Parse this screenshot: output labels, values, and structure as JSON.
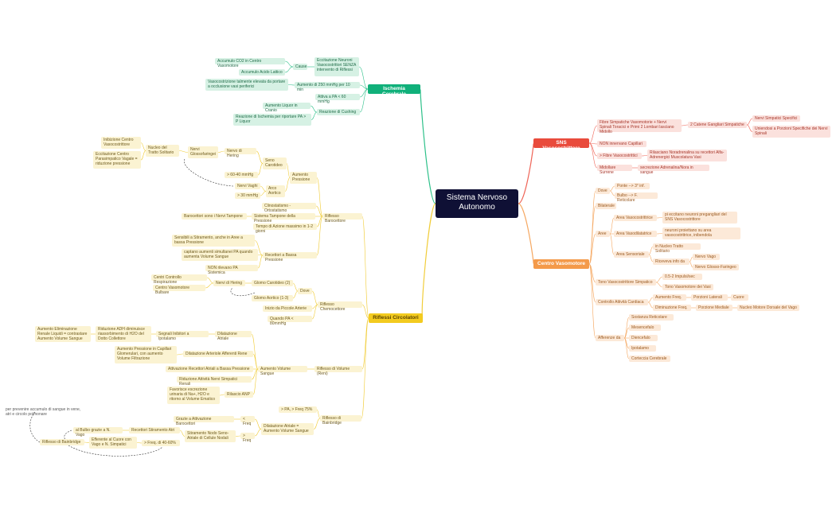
{
  "center": "Sistema Nervoso Autonomo",
  "colors": {
    "green": "#10b07a",
    "red": "#e94b3c",
    "orange": "#f49a4a",
    "yellow": "#f3cb1f",
    "center": "#0f1035"
  },
  "nodes": [
    {
      "id": "ic",
      "t": "Ischemia Cerebrale"
    },
    {
      "id": "ic1",
      "t": "Eccitazione Neuroni Vasocostrittori SENZA intervento di Riflessi"
    },
    {
      "id": "ic2",
      "t": "Cause"
    },
    {
      "id": "ic3",
      "t": "Accumulo CO2 in Centro Vasomotore"
    },
    {
      "id": "ic4",
      "t": "Accumulo Acido Lattico"
    },
    {
      "id": "ic5",
      "t": "Aumento di 250 mmHg per 10 min"
    },
    {
      "id": "ic6",
      "t": "Vasocostrizione talmente elevata da portare a occlusione vasi periferici"
    },
    {
      "id": "ic7",
      "t": "Attiva a PA < 60 mmHg"
    },
    {
      "id": "ic8",
      "t": "Reazione di Cushing"
    },
    {
      "id": "ic9",
      "t": "Aumento Liquor in Cranio"
    },
    {
      "id": "ic10",
      "t": "Reazione di Ischemia per riportare PA > P Liquor"
    },
    {
      "id": "sv",
      "t": "SNS Vasocostrittore"
    },
    {
      "id": "sv1",
      "t": "Fibre Simpatiche Vasomotorie + Nervi Spinali Toracici e Primi 2 Lombari lasciano Midollo"
    },
    {
      "id": "sv2",
      "t": "2 Catene Gangliari Simpatiche"
    },
    {
      "id": "sv3",
      "t": "Nervi Simpatici Specifici"
    },
    {
      "id": "sv4",
      "t": "Uniendosi a Porzioni Specifiche dei Nervi Spinali"
    },
    {
      "id": "sv5",
      "t": "NON innervano Capillari"
    },
    {
      "id": "sv6",
      "t": "> Fibre Vasocostrittici"
    },
    {
      "id": "sv7",
      "t": "Rilasciano Noradrenalina su recettori Alfa-Adrenergici Muscolatura Vasi"
    },
    {
      "id": "sv8",
      "t": "Midollare Surrene"
    },
    {
      "id": "sv9",
      "t": "secrezione Adrenalina/Nora in sangue"
    },
    {
      "id": "cv",
      "t": "Centro Vasomotore"
    },
    {
      "id": "cv1",
      "t": "Dove"
    },
    {
      "id": "cv2",
      "t": "Ponte --> 3° inf."
    },
    {
      "id": "cv3",
      "t": "Bulbo --> F. Reticolare"
    },
    {
      "id": "cv4",
      "t": "Bilaterale"
    },
    {
      "id": "cv5",
      "t": "Aree"
    },
    {
      "id": "cv6",
      "t": "Area Vasocostrittrice"
    },
    {
      "id": "cv7",
      "t": "pi eccitano neuroni pregangliari del SNS Vasocostrittore"
    },
    {
      "id": "cv8",
      "t": "Area Vasodilatatrice"
    },
    {
      "id": "cv9",
      "t": "neuroni proiettano su area vasocostrittrice, inibendola"
    },
    {
      "id": "cv10",
      "t": "Area Sensoriale"
    },
    {
      "id": "cv11",
      "t": "in Nucleo Tratto Solitario"
    },
    {
      "id": "cv12",
      "t": "Riceveva info da"
    },
    {
      "id": "cv13",
      "t": "Nervo Vago"
    },
    {
      "id": "cv14",
      "t": "Nervo Glosso-Faringeo"
    },
    {
      "id": "cv15",
      "t": "Tono Vasocostrittore Simpatico"
    },
    {
      "id": "cv16",
      "t": "0.5-2 Impulsi/sec"
    },
    {
      "id": "cv17",
      "t": "Tono Vasomotore dei Vasi"
    },
    {
      "id": "cv18",
      "t": "Controllo Attività Cardiaca"
    },
    {
      "id": "cv19",
      "t": "Aumento Freq."
    },
    {
      "id": "cv20",
      "t": "Porzioni Laterali"
    },
    {
      "id": "cv21",
      "t": "Cuore"
    },
    {
      "id": "cv22",
      "t": "Diminuzione Freq."
    },
    {
      "id": "cv23",
      "t": "Porzione Mediale"
    },
    {
      "id": "cv24",
      "t": "Nucleo Motore Dorsale del Vago"
    },
    {
      "id": "cv25",
      "t": "Afferenze da"
    },
    {
      "id": "cv26",
      "t": "Sostanza Reticolare"
    },
    {
      "id": "cv27",
      "t": "Mesencefalo"
    },
    {
      "id": "cv28",
      "t": "Diencefalo"
    },
    {
      "id": "cv29",
      "t": "Ipotalamo"
    },
    {
      "id": "cv30",
      "t": "Corteccia Cerebrale"
    },
    {
      "id": "rc",
      "t": "Riflessi Circolatori"
    },
    {
      "id": "rb",
      "t": "Riflesso Barocettore"
    },
    {
      "id": "rb1",
      "t": "Aumento Pressione"
    },
    {
      "id": "rb2",
      "t": "Seno Carotideo"
    },
    {
      "id": "rb3",
      "t": "Nervo di Hering"
    },
    {
      "id": "rb4",
      "t": "Nervi Glossofaringei"
    },
    {
      "id": "rb5",
      "t": "Nucleo del Tratto Solitario"
    },
    {
      "id": "rb6",
      "t": "Inibizione Centro Vasocostrittore"
    },
    {
      "id": "rb7",
      "t": "Eccitazione Centro Parasimpatico Vagale = riduzione pressione"
    },
    {
      "id": "rb8",
      "t": "> 60-40 mmHg"
    },
    {
      "id": "rb9",
      "t": "Arco Aortico"
    },
    {
      "id": "rb10",
      "t": "Nervi Vaghi"
    },
    {
      "id": "rb11",
      "t": "> 30 mmHg"
    },
    {
      "id": "rb12",
      "t": "Clinostatismo - Ortostatismo"
    },
    {
      "id": "rb13",
      "t": "Sistema Tampone della Pressione"
    },
    {
      "id": "rb14",
      "t": "Barocettori sono i Nervi Tampone"
    },
    {
      "id": "rb15",
      "t": "Tempo di Azione massimo in 1-2 giorni"
    },
    {
      "id": "rb16",
      "t": "Recettori a Bassa Pressione"
    },
    {
      "id": "rb17",
      "t": "Sensibili a Stiramento, anche in Aree a bassa Pressione"
    },
    {
      "id": "rb18",
      "t": "captano aumenti simultanei PA quando aumenta Volume Sangue"
    },
    {
      "id": "rb19",
      "t": "NON rilevano PA Sistemica"
    },
    {
      "id": "ch",
      "t": "Riflesso Chemocettore"
    },
    {
      "id": "ch1",
      "t": "Dove"
    },
    {
      "id": "ch2",
      "t": "Glomo Carotideo (2)"
    },
    {
      "id": "ch3",
      "t": "Nervi di Hering"
    },
    {
      "id": "ch4",
      "t": "Centri Controllo Respirazione"
    },
    {
      "id": "ch5",
      "t": "Centro Vasomotore Bulbare"
    },
    {
      "id": "ch6",
      "t": "Glomo Aortico (1-3)"
    },
    {
      "id": "ch7",
      "t": "Inizio da Piccole Arterie"
    },
    {
      "id": "ch8",
      "t": "Quando PA < 80mmHg"
    },
    {
      "id": "vo",
      "t": "Riflesso di Volume (Reni)"
    },
    {
      "id": "vo1",
      "t": "Aumento Volume Sangue"
    },
    {
      "id": "vo2",
      "t": "Dilatazione Atriale"
    },
    {
      "id": "vo3",
      "t": "Segnali Inibitori a Ipotalamo"
    },
    {
      "id": "vo4",
      "t": "Riduzione ADH diminuisce riassorbimento di H2O del Dotto Collettore"
    },
    {
      "id": "vo5",
      "t": "Aumento Eliminazione Renale Liquidi = contrastare Aumento Volume Sangue"
    },
    {
      "id": "vo6",
      "t": "Dilatazione Arteriole Afferenti Rene"
    },
    {
      "id": "vo7",
      "t": "Aumento Pressione in Capillari Glomerulari, con aumento Volume Filtrazione"
    },
    {
      "id": "vo8",
      "t": "Attivazione Recettori Atriali a Bassa Pressione"
    },
    {
      "id": "vo9",
      "t": "Riduzione Attività Nervi Simpatici Renali"
    },
    {
      "id": "vo10",
      "t": "Rilascio ANP"
    },
    {
      "id": "vo11",
      "t": "Favorisce escrezione urinaria di Na+, H2O e ritorno al Volume Ematico"
    },
    {
      "id": "bn",
      "t": "Riflesso di Bainbridge"
    },
    {
      "id": "bn1",
      "t": "> PA, > Freq 75%"
    },
    {
      "id": "bn2",
      "t": "Dilatazione Atriale = Aumento Volume Sangue"
    },
    {
      "id": "bn3",
      "t": "< Freq"
    },
    {
      "id": "bn4",
      "t": "Grazie a Attivazione Barocettori"
    },
    {
      "id": "bn5",
      "t": "> Freq"
    },
    {
      "id": "bn6",
      "t": "Stiramento Nodo Seno-Atriale di Cellule Nodali"
    },
    {
      "id": "bn7",
      "t": "Recettori Stiramento Atri"
    },
    {
      "id": "bn8",
      "t": "al Bulbo grazie a N. Vago"
    },
    {
      "id": "bn9",
      "t": "Riflesso di Bainbridge"
    },
    {
      "id": "bn10",
      "t": "Efferente al Cuore con Vago e N. Simpatici"
    },
    {
      "id": "bn11",
      "t": "> Freq. di 40-60%"
    },
    {
      "id": "bn12",
      "t": "per prevenire accumulo di sangue in vene, atri e circolo polmonare"
    }
  ]
}
